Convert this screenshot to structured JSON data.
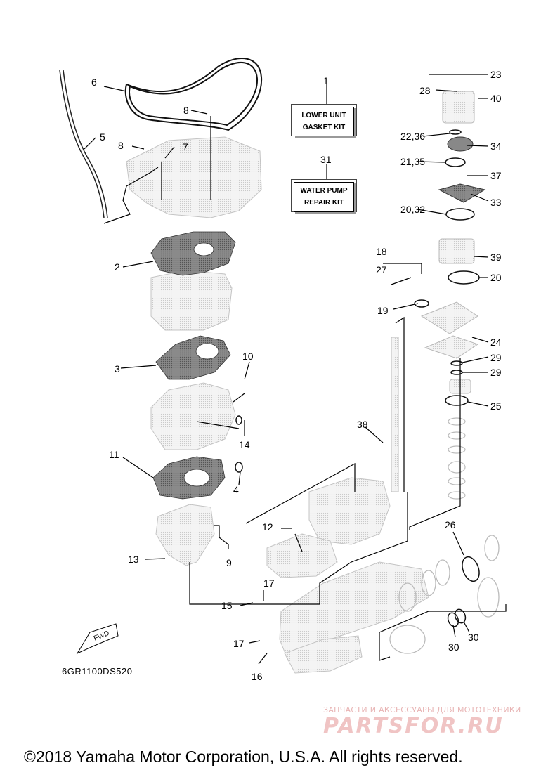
{
  "kits": {
    "gasket_kit": {
      "number": "1",
      "line1": "LOWER UNIT",
      "line2": "GASKET KIT"
    },
    "water_pump_kit": {
      "number": "31",
      "line1": "WATER PUMP",
      "line2": "REPAIR KIT"
    }
  },
  "callouts": {
    "c2": "2",
    "c3": "3",
    "c4": "4",
    "c5": "5",
    "c6": "6",
    "c7": "7",
    "c8a": "8",
    "c8b": "8",
    "c9": "9",
    "c10": "10",
    "c11": "11",
    "c12": "12",
    "c13": "13",
    "c14": "14",
    "c15": "15",
    "c16": "16",
    "c17a": "17",
    "c17b": "17",
    "c18": "18",
    "c19": "19",
    "c20": "20",
    "c20_32": "20,32",
    "c21_35": "21,35",
    "c22_36": "22,36",
    "c23": "23",
    "c24": "24",
    "c25": "25",
    "c26": "26",
    "c27": "27",
    "c28": "28",
    "c29a": "29",
    "c29b": "29",
    "c30a": "30",
    "c30b": "30",
    "c33": "33",
    "c34": "34",
    "c37": "37",
    "c38": "38",
    "c39": "39",
    "c40": "40"
  },
  "fwd_label": "FWD",
  "reference_code": "6GR1100DS520",
  "watermark": {
    "line1": "ЗАПЧАСТИ И АКСЕССУАРЫ ДЛЯ МОТОТЕХНИКИ",
    "line2": "PARTSFOR.RU"
  },
  "copyright": "©2018 Yamaha Motor Corporation, U.S.A. All rights reserved.",
  "colors": {
    "line": "#000000",
    "part_fill": "#f1f1f1",
    "part_stroke": "#c8c8c8",
    "gasket_fill": "#9a9a9a",
    "watermark": "#e8b4b4"
  }
}
